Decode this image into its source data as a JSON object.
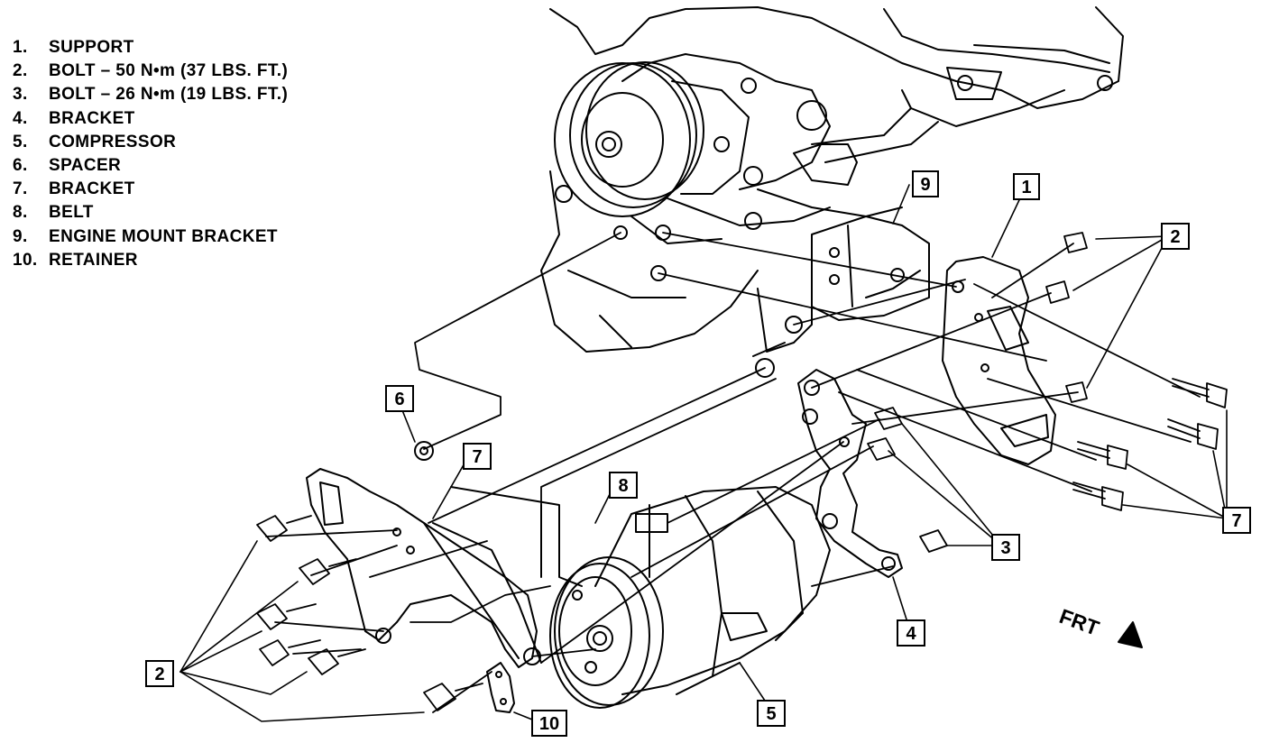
{
  "legend": [
    {
      "num": "1.",
      "text": "SUPPORT"
    },
    {
      "num": "2.",
      "text": "BOLT – 50 N•m (37 LBS. FT.)"
    },
    {
      "num": "3.",
      "text": "BOLT – 26 N•m (19 LBS. FT.)"
    },
    {
      "num": "4.",
      "text": "BRACKET"
    },
    {
      "num": "5.",
      "text": "COMPRESSOR"
    },
    {
      "num": "6.",
      "text": "SPACER"
    },
    {
      "num": "7.",
      "text": "BRACKET"
    },
    {
      "num": "8.",
      "text": "BELT"
    },
    {
      "num": "9.",
      "text": "ENGINE MOUNT BRACKET"
    },
    {
      "num": "10.",
      "text": "RETAINER"
    }
  ],
  "callouts": {
    "c1": "1",
    "c2a": "2",
    "c2b": "2",
    "c3": "3",
    "c4": "4",
    "c5": "5",
    "c6": "6",
    "c7a": "7",
    "c7b": "7",
    "c8": "8",
    "c9": "9",
    "c10": "10"
  },
  "direction_label": "FRT",
  "colors": {
    "ink": "#000000",
    "paper": "#ffffff"
  }
}
